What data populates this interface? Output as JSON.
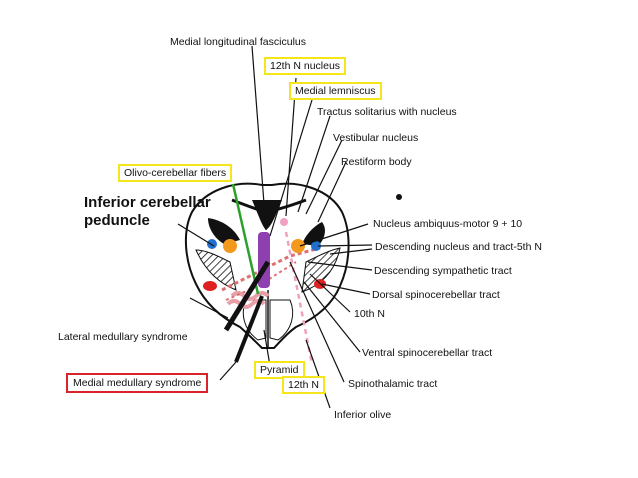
{
  "labels": {
    "mlf": "Medial longitudinal fasciculus",
    "n12_nucleus": "12th N nucleus",
    "medial_lemniscus": "Medial lemniscus",
    "tractus_solitarius": "Tractus solitarius with nucleus",
    "vestibular_nucleus": "Vestibular nucleus",
    "restiform_body": "Restiform body",
    "olivo_cerebellar": "Olivo-cerebellar fibers",
    "icp_line1": "Inferior cerebellar",
    "icp_line2": "peduncle",
    "nucleus_ambiguus": "Nucleus ambiquus-motor 9 + 10",
    "descending_5th": "Descending nucleus and tract-5th N",
    "descending_sympathetic": "Descending sympathetic tract",
    "dorsal_spinocerebellar": "Dorsal spinocerebellar tract",
    "tenth_n": "10th N",
    "lateral_medullary": "Lateral medullary syndrome",
    "ventral_spinocerebellar": "Ventral spinocerebellar tract",
    "pyramid": "Pyramid",
    "medial_medullary": "Medial medullary syndrome",
    "n12": "12th N",
    "spinothalamic": "Spinothalamic tract",
    "inferior_olive": "Inferior olive"
  },
  "colors": {
    "highlight_yellow": "#f5e61b",
    "highlight_red": "#d8232a",
    "olivo_line_green": "#2ca02c",
    "lemniscus_purple": "#8e3fb0",
    "nucleus_orange": "#f39a1e",
    "nucleus_blue": "#1f6fd1",
    "spinothalamic_red": "#e02020",
    "olive_pink": "#e8a0a8"
  }
}
